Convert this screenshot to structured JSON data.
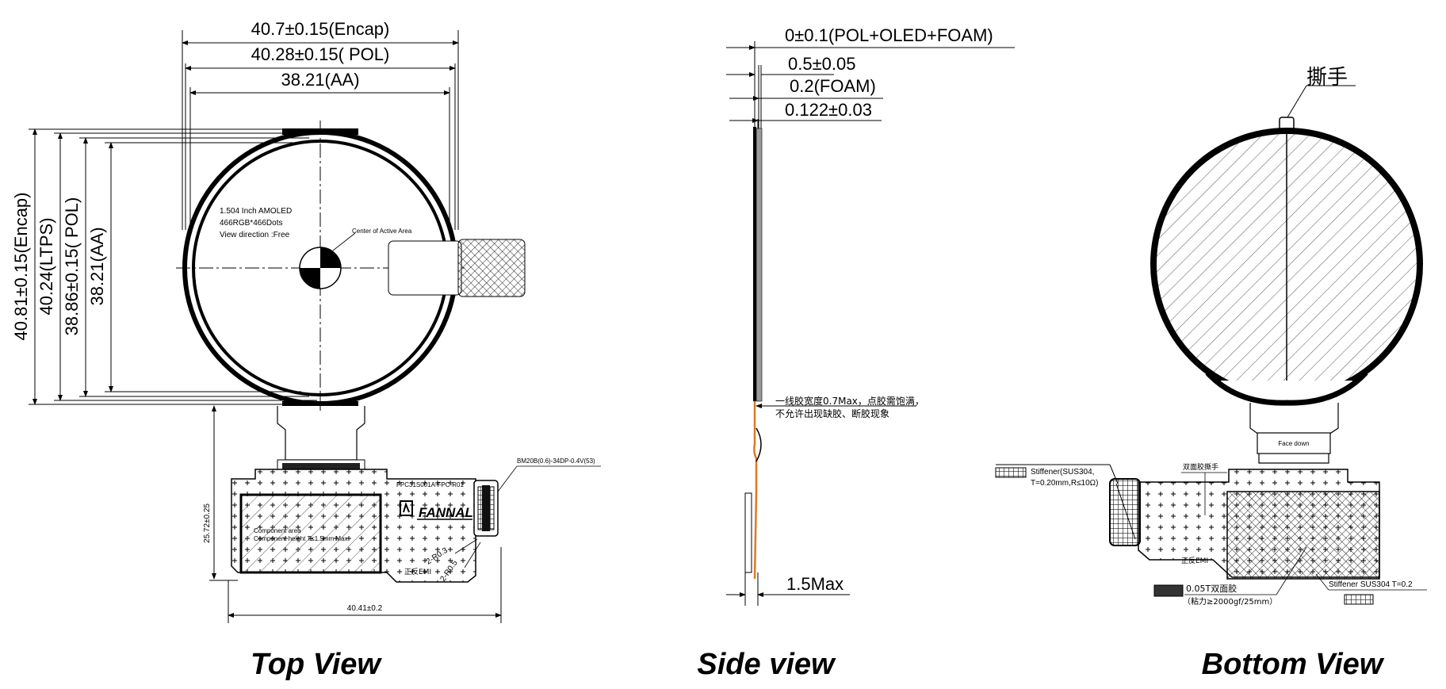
{
  "top_view": {
    "caption": "Top View",
    "dim_encap_w": "40.7±0.15(Encap)",
    "dim_pol_w": "40.28±0.15( POL)",
    "dim_aa_w": "38.21(AA)",
    "dim_encap_h": "40.81±0.15(Encap)",
    "dim_ltps_h": "40.24(LTPS)",
    "dim_pol_h": "38.86±0.15( POL)",
    "dim_aa_h": "38.21(AA)",
    "panel_line1": "1.504 Inch AMOLED",
    "panel_line2": "466RGB*466Dots",
    "panel_line3": "View direction :Free",
    "center_label": "Center of Active Area",
    "connector_label": "BM20B(0.6)-34DP-0.4V(53)",
    "fpc_code": "FPC31S001A-FPC-R01",
    "component_line1": "Component area",
    "component_line2": "Component height T≤1.5mm Max",
    "logo": "FANNAL",
    "radius_1": "2-R0.3",
    "radius_2": "2-R0.5",
    "emi_label": "正反EMI",
    "dim_fpc_h": "25.72±0.25",
    "dim_fpc_w": "40.41±0.2"
  },
  "side_view": {
    "caption": "Side view",
    "dim_total": "0±0.1(POL+OLED+FOAM)",
    "dim_oled": "0.5±0.05",
    "dim_foam": "0.2(FOAM)",
    "dim_pol": "0.122±0.03",
    "glue_note_1": "一线胶宽度0.7Max，点胶需饱满，",
    "glue_note_2": "不允许出现缺胶、断胶现象",
    "dim_max": "1.5Max"
  },
  "bottom_view": {
    "caption": "Bottom View",
    "pull_tab": "撕手",
    "face_down": "Face down",
    "stiffener_1_line1": "Stiffener(SUS304,",
    "stiffener_1_line2": "T=0.20mm,R≤10Ω)",
    "tape_tab": "双面胶撕手",
    "emi_label": "正反EMI",
    "tape_line1": "0.05T双面胶",
    "tape_line2": "（粘力≥2000gf/25mm）",
    "stiffener_2": "Stiffener SUS304 T=0.2"
  },
  "colors": {
    "line": "#000000",
    "foam_gray": "#9a9a9a",
    "fpc_orange": "#e07820"
  }
}
